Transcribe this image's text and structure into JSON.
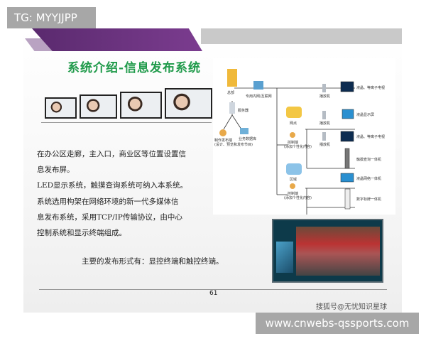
{
  "overlay": {
    "tg_label": "TG: MYYJJPP",
    "url_label": "www.cnwebs-qssports.com"
  },
  "slide": {
    "title": "系统介绍-信息发布系统",
    "paragraphs": [
      "在办公区走廊，主入口，商业区等位置设置信",
      "息发布屏。",
      "LED显示系统，触摸查询系统可纳入本系统。",
      "系统选用构架在网络环境的新一代多媒体信",
      "息发布系统，采用TCP/IP传输协议，由中心",
      "控制系统和显示终端组成。"
    ],
    "summary": "主要的发布形式有：显控终端和触控终端。",
    "page_number": "61",
    "watermark": "搜狐号@无忧知识星球",
    "diagram": {
      "headquarters": "总部",
      "network": "专用内网/互联网",
      "server": "服务器",
      "publisher": "制作发布端",
      "publisher_note": "(设计、预览和发布节目)",
      "database": "业务数据库",
      "branch": "网点",
      "region": "区域",
      "control": "控制端",
      "control_note": "(添加个性化内容)",
      "player": "播放机",
      "devices": [
        "液晶、等离子电视",
        "液晶显示屏",
        "液晶、等离子电视",
        "触摸查询一体机",
        "液晶网络一体机",
        "数字标牌一体机"
      ]
    },
    "colors": {
      "title": "#1f9a4a",
      "banner": "#6a3380"
    }
  }
}
